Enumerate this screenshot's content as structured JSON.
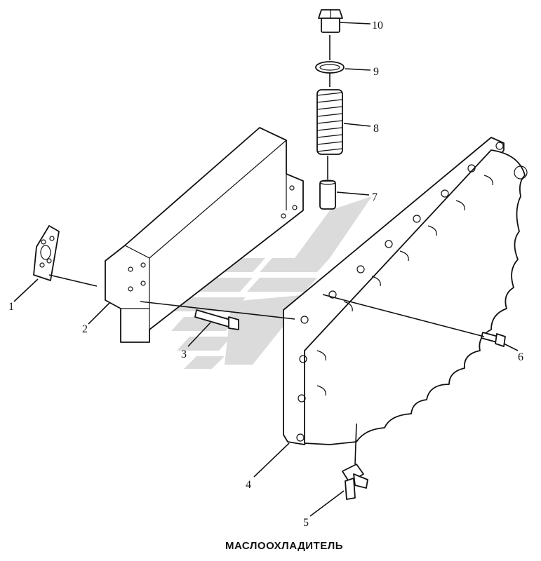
{
  "caption": "МАСЛООХЛАДИТЕЛЬ",
  "callouts": [
    "1",
    "2",
    "3",
    "4",
    "5",
    "6",
    "7",
    "8",
    "9",
    "10"
  ],
  "icons": {
    "watermark": "stylized-chevron-logo-icon"
  }
}
